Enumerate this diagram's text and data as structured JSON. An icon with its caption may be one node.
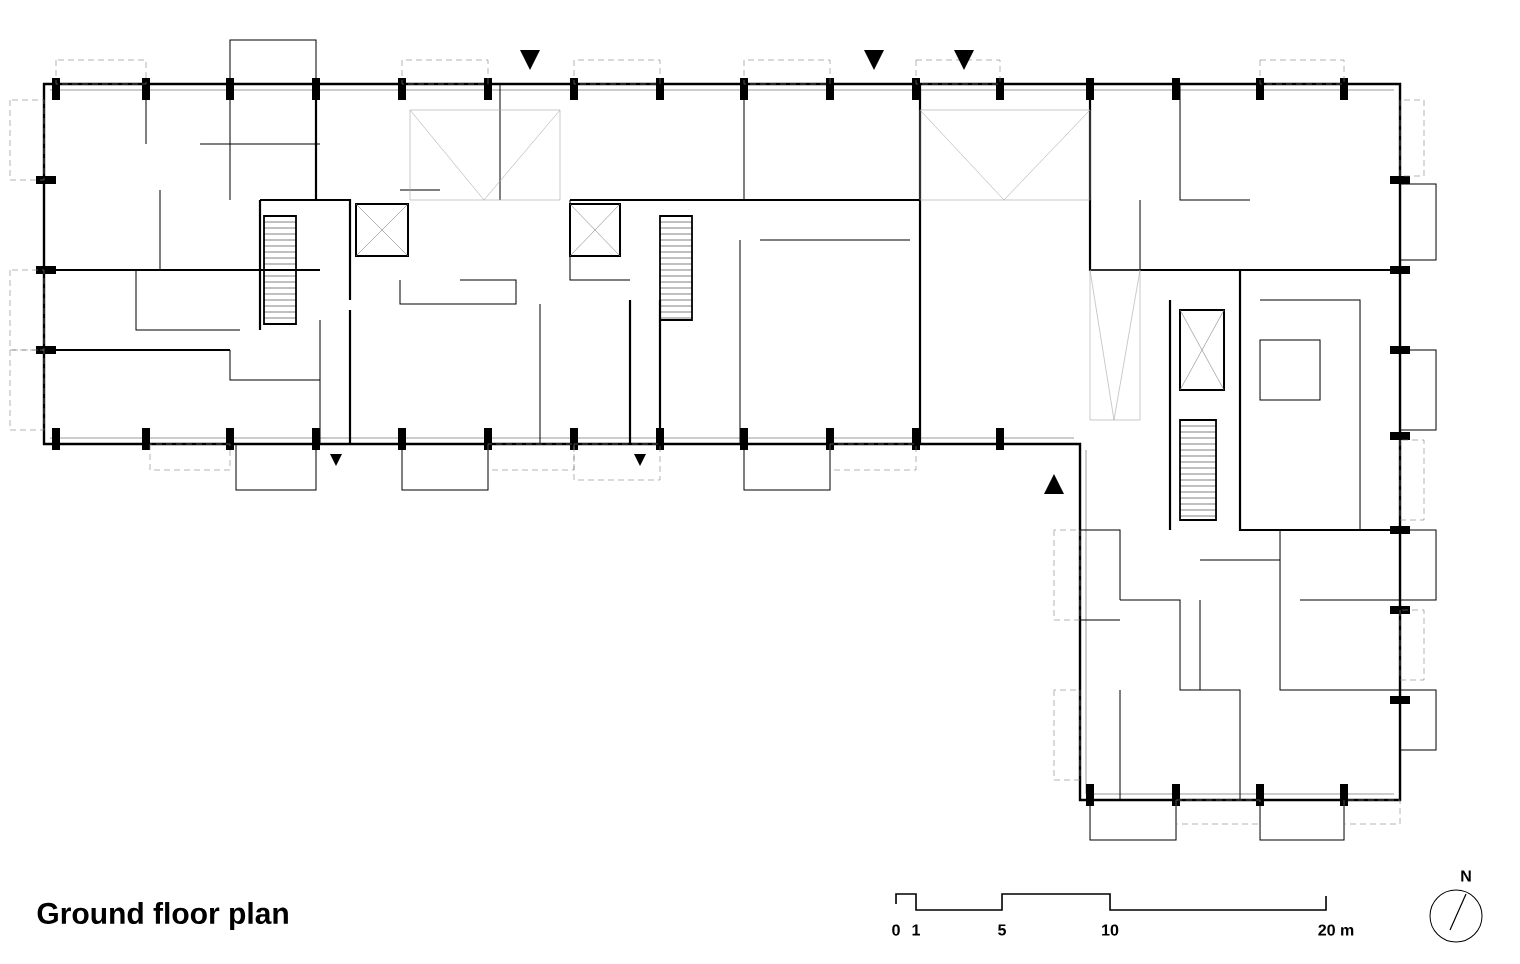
{
  "diagram": {
    "title": "Ground floor plan",
    "labels": [
      "0",
      "1",
      "5",
      "10",
      "20 m",
      "N"
    ]
  }
}
